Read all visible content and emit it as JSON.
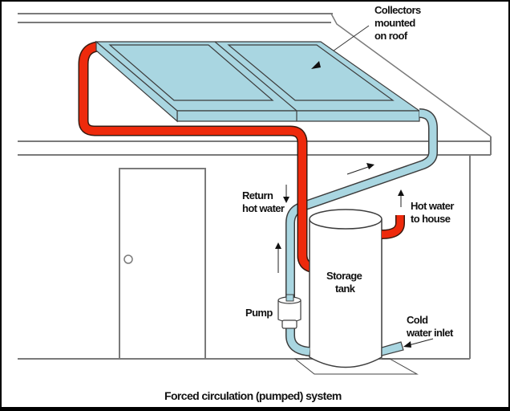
{
  "diagram": {
    "title": "Forced circulation (pumped) system",
    "labels": {
      "collectors": [
        "Collectors",
        "mounted",
        "on roof"
      ],
      "return_hot_water": [
        "Return",
        "hot water"
      ],
      "hot_water_to_house": [
        "Hot water",
        "to house"
      ],
      "storage_tank": [
        "Storage",
        "tank"
      ],
      "pump": "Pump",
      "cold_water_inlet": [
        "Cold",
        "water inlet"
      ]
    },
    "colors": {
      "hot_pipe": "#ee2a0c",
      "cold_pipe": "#a9d6e1",
      "collector": "#a9d6e1",
      "outline": "#3d3d3d",
      "house_line": "#7a7a7a"
    }
  }
}
